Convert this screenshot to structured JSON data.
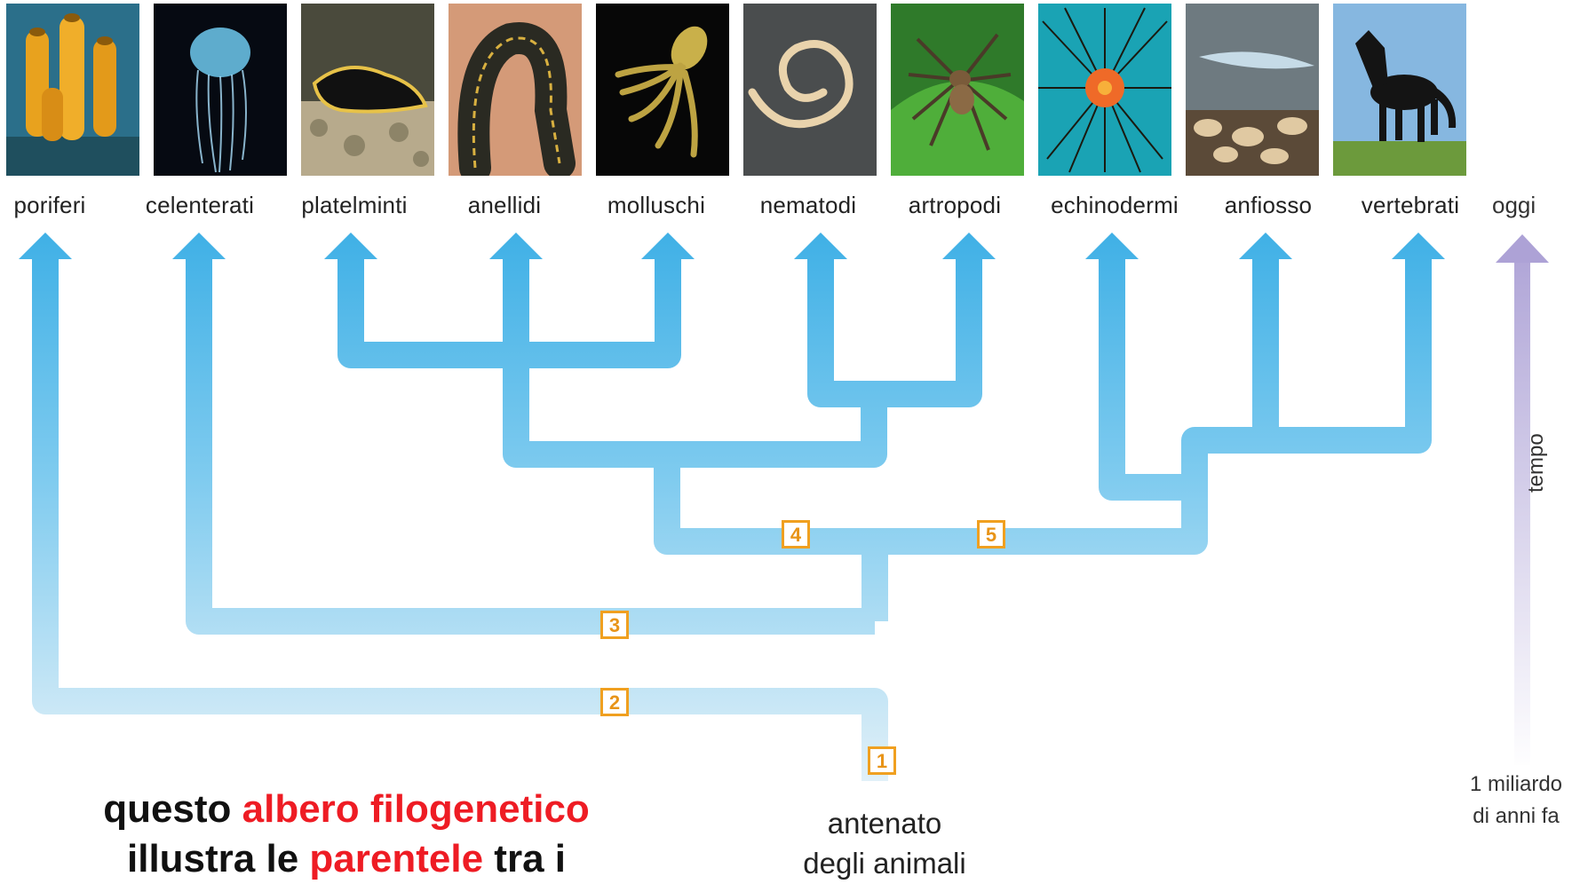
{
  "groups": [
    {
      "label": "poriferi"
    },
    {
      "label": "celenterati"
    },
    {
      "label": "platelminti"
    },
    {
      "label": "anellidi"
    },
    {
      "label": "molluschi"
    },
    {
      "label": "nematodi"
    },
    {
      "label": "artropodi"
    },
    {
      "label": "echinodermi"
    },
    {
      "label": "anfiosso"
    },
    {
      "label": "vertebrati"
    }
  ],
  "time_axis": {
    "top_label": "oggi",
    "axis_label": "tempo",
    "bottom_label_line1": "1 miliardo",
    "bottom_label_line2": "di anni fa"
  },
  "nodes": [
    "1",
    "2",
    "3",
    "4",
    "5"
  ],
  "ancestor": {
    "line1": "antenato",
    "line2": "degli animali"
  },
  "caption": {
    "part1": "questo ",
    "highlight1": "albero filogenetico",
    "part2": "illustra le ",
    "highlight2": "parentele",
    "part3": " tra i"
  },
  "colors": {
    "branch_top": "#3fb0e6",
    "branch_bottom": "#dceef8",
    "node_border": "#f0a020",
    "highlight": "#ee1c24",
    "time_arrow": "#b4a8d8"
  }
}
